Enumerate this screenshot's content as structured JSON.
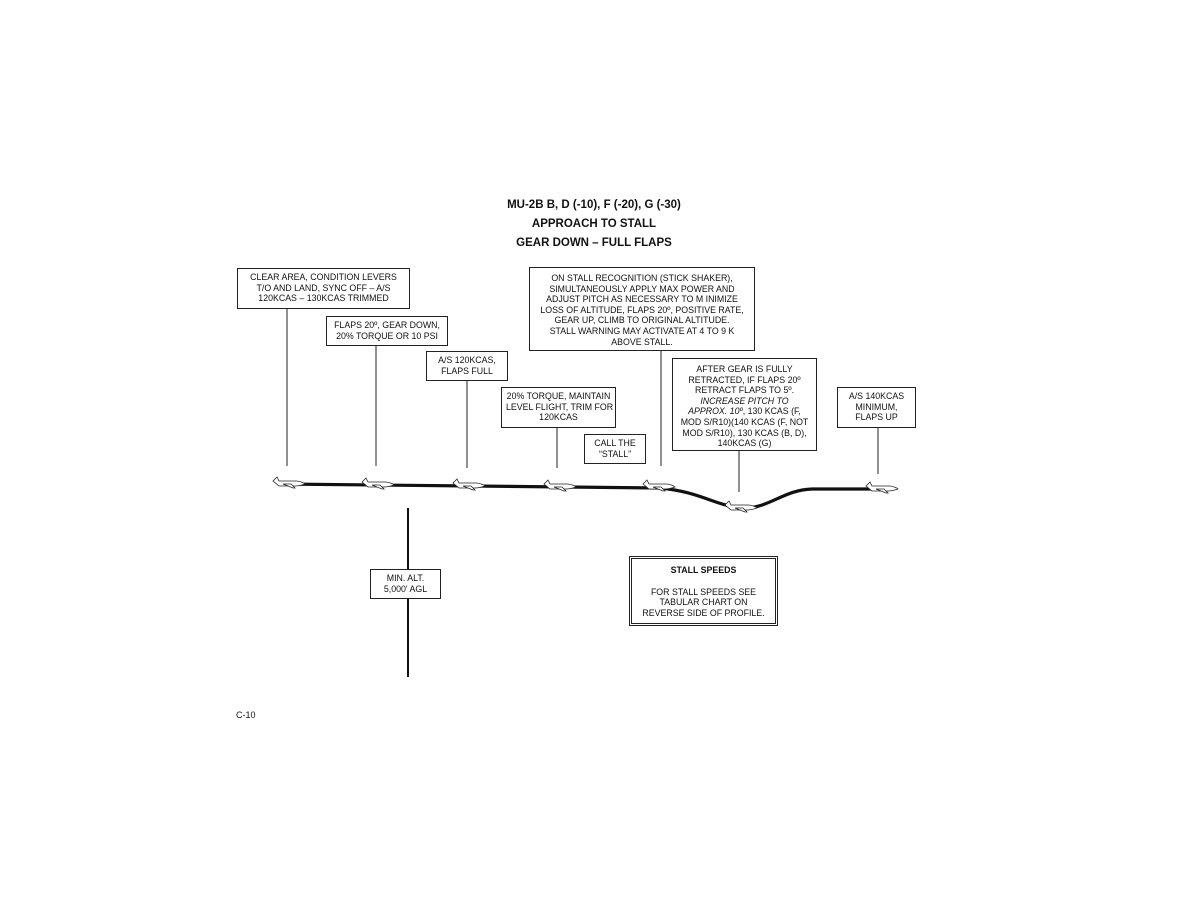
{
  "titles": {
    "line1": "MU-2B B, D (-10), F (-20), G (-30)",
    "line2": "APPROACH TO STALL",
    "line3": "GEAR DOWN – FULL FLAPS"
  },
  "callouts": {
    "clear_area": [
      "CLEAR AREA, CONDITION LEVERS",
      "T/O AND LAND, SYNC OFF – A/S",
      "120KCAS – 130KCAS TRIMMED"
    ],
    "flaps_gear": [
      "FLAPS 20º, GEAR DOWN,",
      "20% TORQUE OR 10 PSI"
    ],
    "as_flaps_full": [
      "A/S 120KCAS,",
      "FLAPS FULL"
    ],
    "torque_level": [
      "20% TORQUE, MAINTAIN",
      "LEVEL FLIGHT, TRIM FOR",
      "120KCAS"
    ],
    "call_stall": [
      "CALL THE",
      "“STALL”"
    ],
    "stall_recognition": [
      "ON STALL RECOGNITION (STICK SHAKER),",
      "SIMULTANEOUSLY APPLY MAX POWER AND",
      "ADJUST PITCH AS NECESSARY TO M INIMIZE",
      "LOSS OF ALTITUDE, FLAPS 20º, POSITIVE RATE,",
      "GEAR UP, CLIMB TO ORIGINAL ALTITUDE.",
      "STALL WARNING MAY ACTIVATE AT  4 TO 9 K",
      "ABOVE STALL."
    ],
    "after_gear": {
      "l1": "AFTER GEAR IS FULLY",
      "l2": "RETRACTED, IF FLAPS 20º",
      "l3": "RETRACT FLAPS TO 5º.",
      "l4": "INCREASE PITCH TO",
      "l5_italic": "APPROX. 10º",
      "l5_rest": ",  130 KCAS (F,",
      "l6": "MOD S/R10)(140 KCAS (F, NOT",
      "l7": "MOD S/R10), 130 KCAS (B, D),",
      "l8": "140KCAS (G)"
    },
    "as_140": [
      "A/S 140KCAS",
      "MINIMUM,",
      "FLAPS UP"
    ],
    "min_alt": [
      "MIN. ALT.",
      "5,000' AGL"
    ]
  },
  "stall_speeds": {
    "heading": "STALL SPEEDS",
    "body": [
      "FOR STALL SPEEDS SEE",
      "TABULAR  CHART ON",
      "REVERSE SIDE OF PROFILE."
    ]
  },
  "page_number": "C-10",
  "colors": {
    "ink": "#111111",
    "background": "#ffffff"
  }
}
